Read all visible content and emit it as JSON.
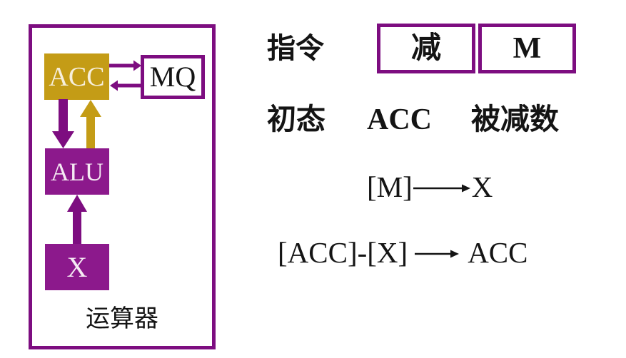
{
  "colors": {
    "purple": "#7D0D80",
    "purple_fill": "#8C198C",
    "gold": "#C49C16",
    "ink": "#141414",
    "light_on_gold": "#F7EFDC",
    "light_on_purple": "#F5EAF3"
  },
  "diagram": {
    "label": "运算器",
    "acc": "ACC",
    "mq": "MQ",
    "alu": "ALU",
    "x": "X"
  },
  "panel": {
    "instruction_label": "指令",
    "opcode": "减",
    "operand": "M",
    "initial_label": "初态",
    "initial_acc": "ACC",
    "initial_desc": "被减数",
    "step1_lhs": "[M]",
    "step1_rhs": "X",
    "step2_lhs": "[ACC]-[X]",
    "step2_rhs": "ACC"
  }
}
